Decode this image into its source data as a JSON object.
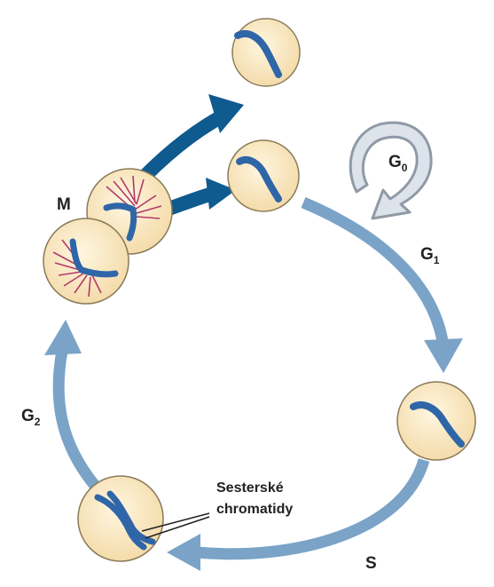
{
  "labels": {
    "m": "M",
    "g0": {
      "main": "G",
      "sub": "0"
    },
    "g1": {
      "main": "G",
      "sub": "1"
    },
    "g2": {
      "main": "G",
      "sub": "2"
    },
    "s": "S",
    "sister_line1": "Sesterské",
    "sister_line2": "chromatidy"
  },
  "colors": {
    "cycle_arrow": "#7aa3c7",
    "g0_arrow_fill": "#dde3ea",
    "g0_arrow_stroke": "#8f9aa6",
    "division_arrow": "#0f5a8e",
    "cell_fill": "#f8e3b9",
    "cell_stroke": "#8a7a58",
    "chromosome": "#2f66a8",
    "spindle": "#b33a6a"
  }
}
